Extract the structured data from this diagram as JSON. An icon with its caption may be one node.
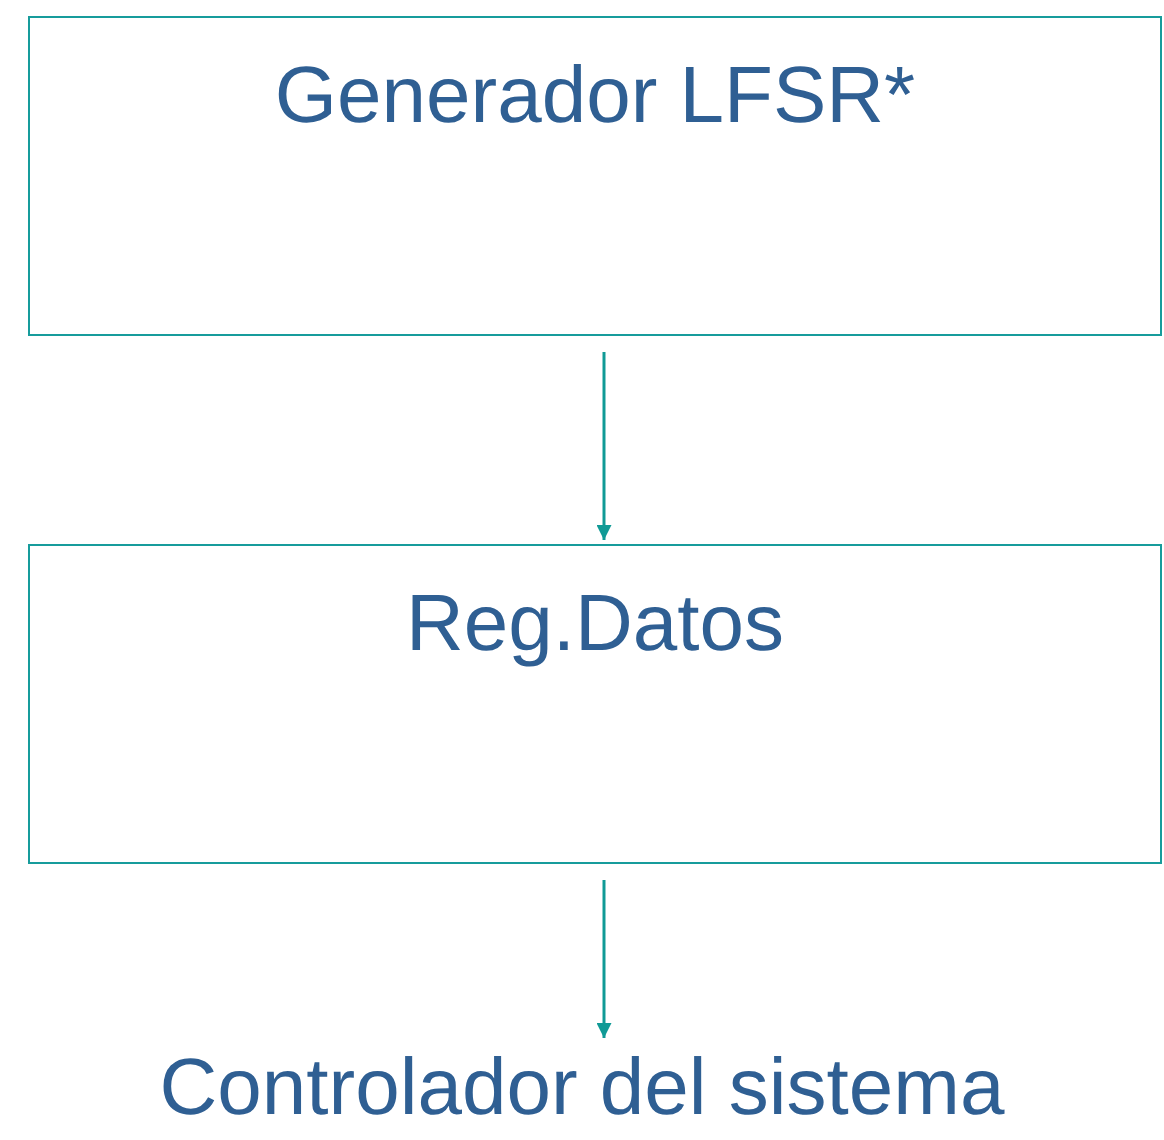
{
  "diagram": {
    "nodes": [
      {
        "text": [
          "Generador LFSR*"
        ]
      },
      {
        "text": [
          "Reg.Datos"
        ]
      },
      {
        "text": [
          "Controlador del sistema"
        ]
      }
    ],
    "edges": [
      {
        "from": 0,
        "to": 1,
        "arrow": "to"
      },
      {
        "from": 1,
        "to": 2,
        "arrow": "to"
      }
    ]
  }
}
